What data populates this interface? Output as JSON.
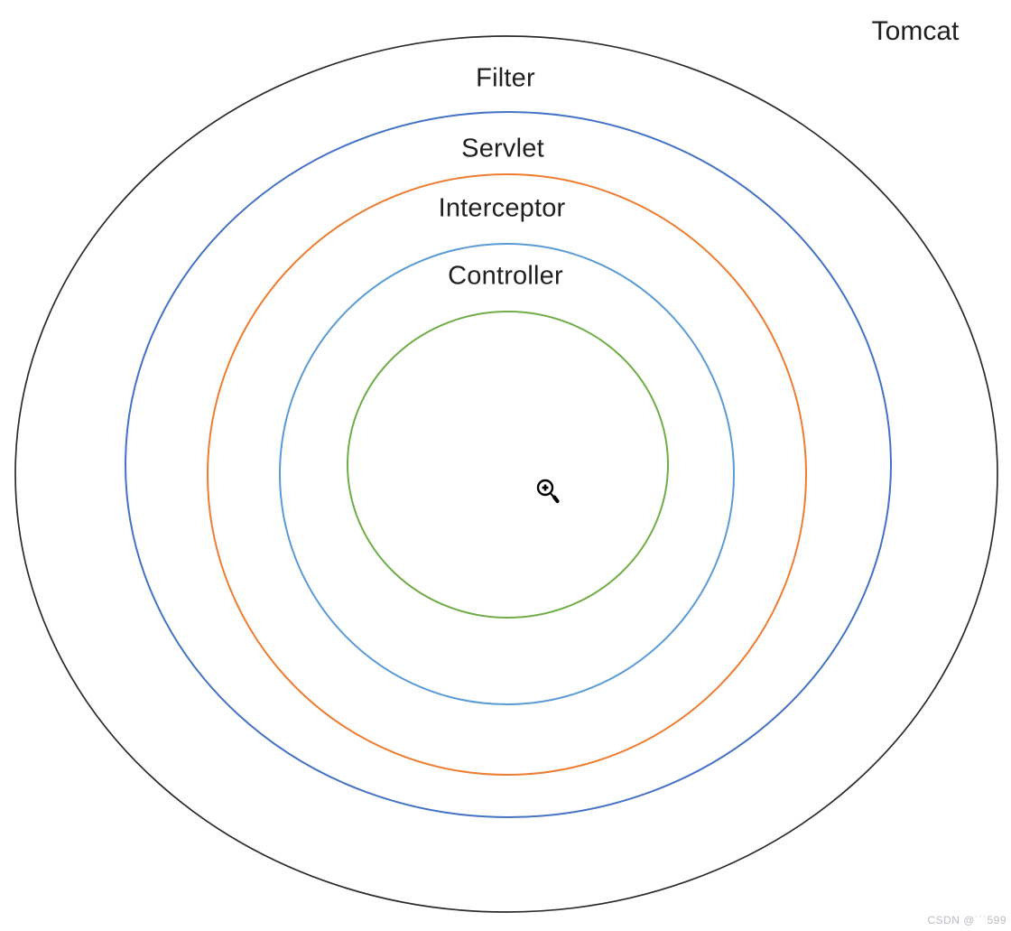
{
  "diagram": {
    "outer_label": "Tomcat",
    "rings": [
      {
        "label": "Filter",
        "color": "#2b2b2b"
      },
      {
        "label": "Servlet",
        "color": "#4472c4"
      },
      {
        "label": "Interceptor",
        "color": "#ed7d31"
      },
      {
        "label": "Controller",
        "color": "#5b9bd5"
      },
      {
        "label": "",
        "color": "#70ad47"
      }
    ],
    "center_icon": "zoom-in-cursor"
  },
  "colors": {
    "background": "#ffffff",
    "label_text": "#1f1f1f",
    "watermark_text": "#b9bdc3"
  },
  "watermark": "CSDN @˙˙˙599"
}
